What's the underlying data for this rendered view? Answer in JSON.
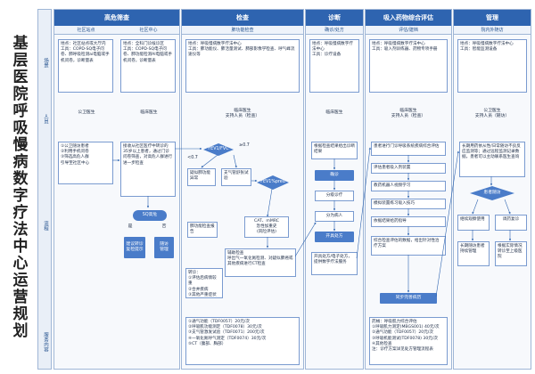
{
  "title": "基层医院呼吸慢病数字疗法中心运营规划",
  "row_labels": [
    "场景",
    "人员",
    "流程",
    "服务内容"
  ],
  "columns": {
    "screening": {
      "header": "高危筛查",
      "sub_a": "社区站点",
      "sub_b": "社区中心",
      "scene_a": "地点：社区站点或大厅内\n工具：COPD-SQ电子问卷、肺呼吸检测ai电脑或手机问卷，诊断量表",
      "scene_b": "地点：全科门诊候诊区\n工具：COPD-SQ电子问卷、肺功能检测AI电脑或手机问卷，诊断量表",
      "people_a": "公卫医生",
      "people_b": "临床医生",
      "flow_a": "①公卫随访患者\n②利用手机问卷\n③筛选高危人群\n引导至社区中心",
      "flow_b": "接收从社区医疗中转诊的35岁以上患者，通过门诊问卷筛查，对高危人群进行进一步检查",
      "node_risk": "SQ高危",
      "node_refer": "建议转诊\n复检提示",
      "node_fu": "随访\n管理",
      "yes": "是",
      "no": "否"
    },
    "exam": {
      "header": "检查",
      "sub": "肺功能检查",
      "scene": "地点：呼吸慢病数字疗法中心\n工具：肺功能仪、肺活量测试、肺部影像学检查、呼气峰流速仪等",
      "people": "临床医生\n支持人员（检查）",
      "d1": "FEV1/FVC",
      "d2": "FEV1%pred",
      "lt07": "<0.7",
      "ge07": "≥0.7",
      "b1": "疑似肺功能异常",
      "b2": "支气管舒张试验",
      "b3": "肺功能检查报告",
      "b4": "CAT、mMRC\n急性加重史\n(风险评估)",
      "b5": "辅助检查\n呼出气一氧化氮检测、对疑似肺癌或其他疾病进行CT检查",
      "note": "转诊：\n①评估后病情较重\n②合并疾病\n③其他严重症状",
      "service": "①通气功能（TDF0057）20元/次\n②呼吸肌功能测定（TDF0078）30元/次\n③支气管激发试验（TDF0071）200元/次\n④一氧化氮呼气测定（TDF0074）30元/次\n⑤CT（腹部、胸部）"
    },
    "diagnosis": {
      "header": "诊断",
      "sub": "确诊/处方",
      "scene": "地点：呼吸慢病数字疗法中心\n工具：诊疗设备",
      "people": "临床医生",
      "b1": "根据检查结果给出诊断结果",
      "b2": "确诊",
      "b3": "分级诊疗",
      "b4": "分为病人",
      "b5": "开具处方",
      "b6": "开具处方/电子处方，提供数字疗法服务"
    },
    "assessment": {
      "header": "吸入药物综合评估",
      "sub": "评估/建档",
      "scene": "地点：呼吸慢病数字疗法中心\n工具：吸入剂训练器、药物专项手册",
      "people": "临床医生\n支持人员（检查）",
      "steps": [
        "患者进行门诊呼吸系统疾病综合评估",
        "评估患者吸入剂装置",
        "教药机器人视频学习",
        "模拟装置练习吸入技巧",
        "依据结果给药指导",
        "综合检查评估的数据，给出针对性治疗方案",
        "同步完善病历"
      ],
      "service": "药械：呼吸肌力综合评估\n①呼吸肌力测定(MBGS001) 40元/次\n②通气功能（TDF0057）20元/次\n③呼吸机能测试(TDF0078) 30元/次\n④其他检查\n注：诊疗方案详见处方管理流程表"
    },
    "management": {
      "header": "管理",
      "sub": "院内外随访",
      "scene": "地点：呼吸慢病数字疗法中心\n工具：智能监测设备",
      "people": "公卫医生\n支持人员（随访）",
      "b1": "长期用药依从性/日常随访不良反应监测等；通过远程监测记录数据，患者可以主动联系医生查询",
      "d1": "患者随访",
      "b2": "继续观察使用",
      "b3": "调药复诊",
      "b4": "长期随访患者持续管理",
      "b5": "根据实际情况转诊至上级医院"
    }
  }
}
